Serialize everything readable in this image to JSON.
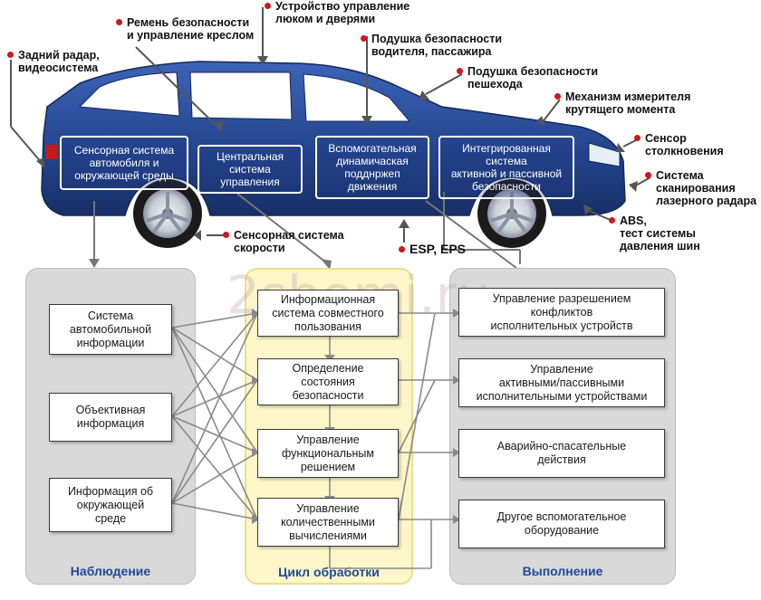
{
  "car_labels": {
    "rear_radar": "Задний радар,\nвидеосистема",
    "seatbelt": "Ремень безопасности\nи управление креслом",
    "hatch": "Устройство управление\nлюком и дверями",
    "airbag_driver": "Подушка безопасности\nводителя, пассажира",
    "airbag_ped": "Подушка безопасности\nпешехода",
    "torque": "Механизм измерителя\nкрутящего момента",
    "collision": "Сенсор\nстолкновения",
    "laser": "Система\nсканирования\nлазерного радара",
    "abs": "ABS,\nтест системы\nдавления шин",
    "speed": "Сенсорная система\nскорости",
    "esp": "ESP, EPS"
  },
  "car_boxes": {
    "sensor": "Сенсорная система\nавтомобиля и\nокружающей среды",
    "central": "Центральная\nсистема\nуправления",
    "dynamic": "Вспомогательная\nдинамичаская\nподднржеп\nдвижения",
    "integrated": "Интегрированная\nсистема\nактивной и пассивной\nбезопасности"
  },
  "panels": {
    "observe": "Наблюдение",
    "process": "Цикл обработки",
    "execute": "Выполнение"
  },
  "observe_boxes": [
    "Система\nавтомобильной\nинформации",
    "Объективная\nинформация",
    "Информация об\nокружающей\nсреде"
  ],
  "process_boxes": [
    "Информационная\nсистема совместного\nпользования",
    "Определение\nсостояния\nбезопасности",
    "Управление\nфункциональным\nрешением",
    "Управление\nколичественными\nвычислениями"
  ],
  "execute_boxes": [
    "Управление разрешением\nконфликтов\nисполнительных устройств",
    "Управление\nактивными/пассивными\nисполнительными устройствами",
    "Аварийно-спасательные\nдействия",
    "Другое вспомогательное\nоборудование"
  ],
  "watermark": "2shemi.ru",
  "colors": {
    "car_body": "#2b4f9e",
    "label_dot": "#d0181c",
    "panel_title": "#1f4a9a",
    "panel_gray": "#d9d9d9",
    "panel_yellow": "#fcf6c8"
  }
}
